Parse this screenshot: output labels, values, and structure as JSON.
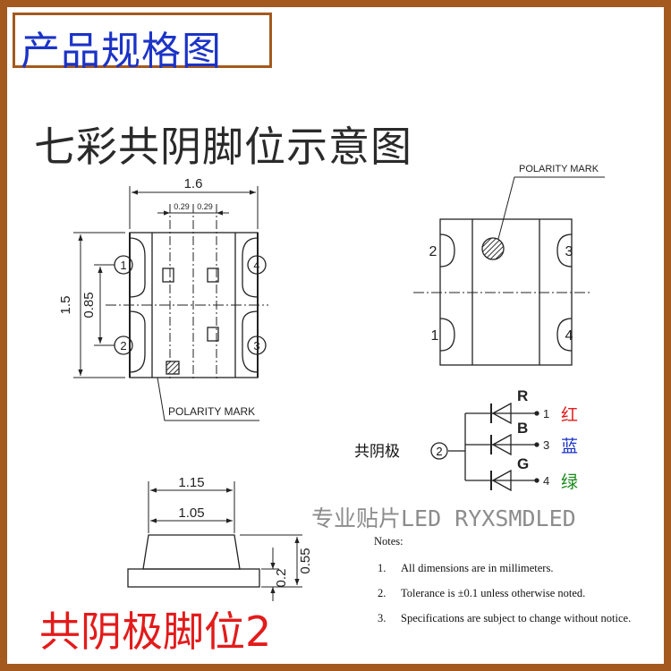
{
  "title": "产品规格图",
  "heading": "七彩共阴脚位示意图",
  "top_view": {
    "dim_width": "1.6",
    "dim_pad1": "0.29",
    "dim_pad2": "0.29",
    "dim_height": "1.5",
    "dim_pitch": "0.85",
    "pins": [
      "1",
      "2",
      "3",
      "4"
    ],
    "polarity_label": "POLARITY MARK"
  },
  "side_view": {
    "dim_top": "1.15",
    "dim_mid": "1.05",
    "dim_total_h": "0.55",
    "dim_base_h": "0.2"
  },
  "bottom_view": {
    "polarity_label": "POLARITY MARK",
    "pins": [
      "2",
      "3",
      "1",
      "4"
    ]
  },
  "circuit": {
    "common_label": "共阴极",
    "common_pin": "2",
    "channels": [
      {
        "letter": "R",
        "pin": "1",
        "color_name": "红",
        "color": "#e31b1b"
      },
      {
        "letter": "B",
        "pin": "3",
        "color_name": "蓝",
        "color": "#1b33c7"
      },
      {
        "letter": "G",
        "pin": "4",
        "color_name": "绿",
        "color": "#1d8a1d"
      }
    ]
  },
  "watermark": "专业贴片LED RYXSMDLED",
  "notes": {
    "title": "Notes:",
    "items": [
      {
        "num": "1.",
        "text": "All dimensions are in millimeters."
      },
      {
        "num": "2.",
        "text": "Tolerance is  ±0.1 unless otherwise noted."
      },
      {
        "num": "3.",
        "text": "Specifications are subject to change without notice."
      }
    ]
  },
  "footer": "共阴极脚位2",
  "colors": {
    "border": "#a4591e",
    "title": "#1b33c7",
    "footer": "#e31b1b"
  }
}
